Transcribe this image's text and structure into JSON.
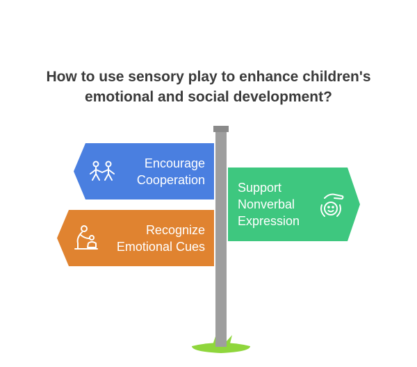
{
  "title": {
    "line1": "How to use sensory play to enhance children's",
    "line2": "emotional and social development?"
  },
  "signs": [
    {
      "line1": "Encourage",
      "line2": "Cooperation",
      "color": "#4a7fe0",
      "icon": "two-children-holding-hands-icon"
    },
    {
      "line1": "Support",
      "line2": "Nonverbal",
      "line3": "Expression",
      "color": "#3ec77f",
      "icon": "caring-hand-over-face-icon"
    },
    {
      "line1": "Recognize",
      "line2": "Emotional Cues",
      "color": "#e08330",
      "icon": "adult-comforting-child-icon"
    }
  ],
  "colors": {
    "pole": "#9e9e9e",
    "pole_cap": "#8a8a8a",
    "grass": "#8fd63c"
  }
}
